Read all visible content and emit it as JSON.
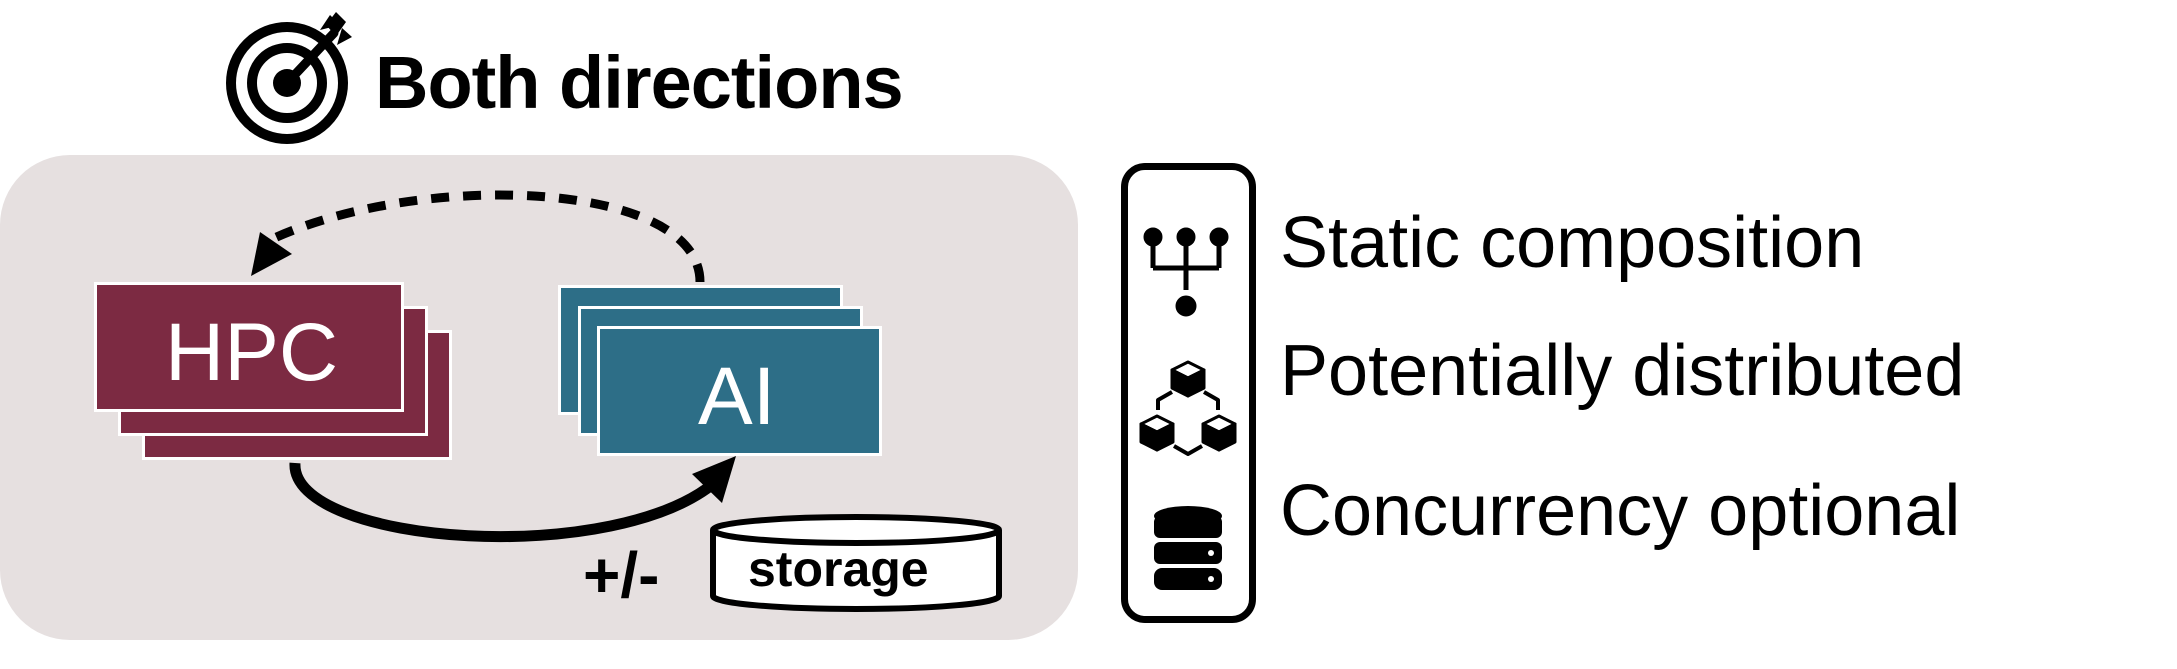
{
  "header": {
    "title": "Both directions",
    "icon": "target-arrow-icon"
  },
  "workflow": {
    "hpc_label": "HPC",
    "ai_label": "AI",
    "storage_label": "storage",
    "storage_modifier": "+/-",
    "hpc_color": "#7c2a42",
    "ai_color": "#2d6e87",
    "panel_color": "#e6e0e0"
  },
  "legend": {
    "items": [
      {
        "label": "Static composition",
        "icon": "tree-composition-icon"
      },
      {
        "label": "Potentially distributed",
        "icon": "distributed-cubes-icon"
      },
      {
        "label": "Concurrency optional",
        "icon": "database-icon"
      }
    ]
  }
}
